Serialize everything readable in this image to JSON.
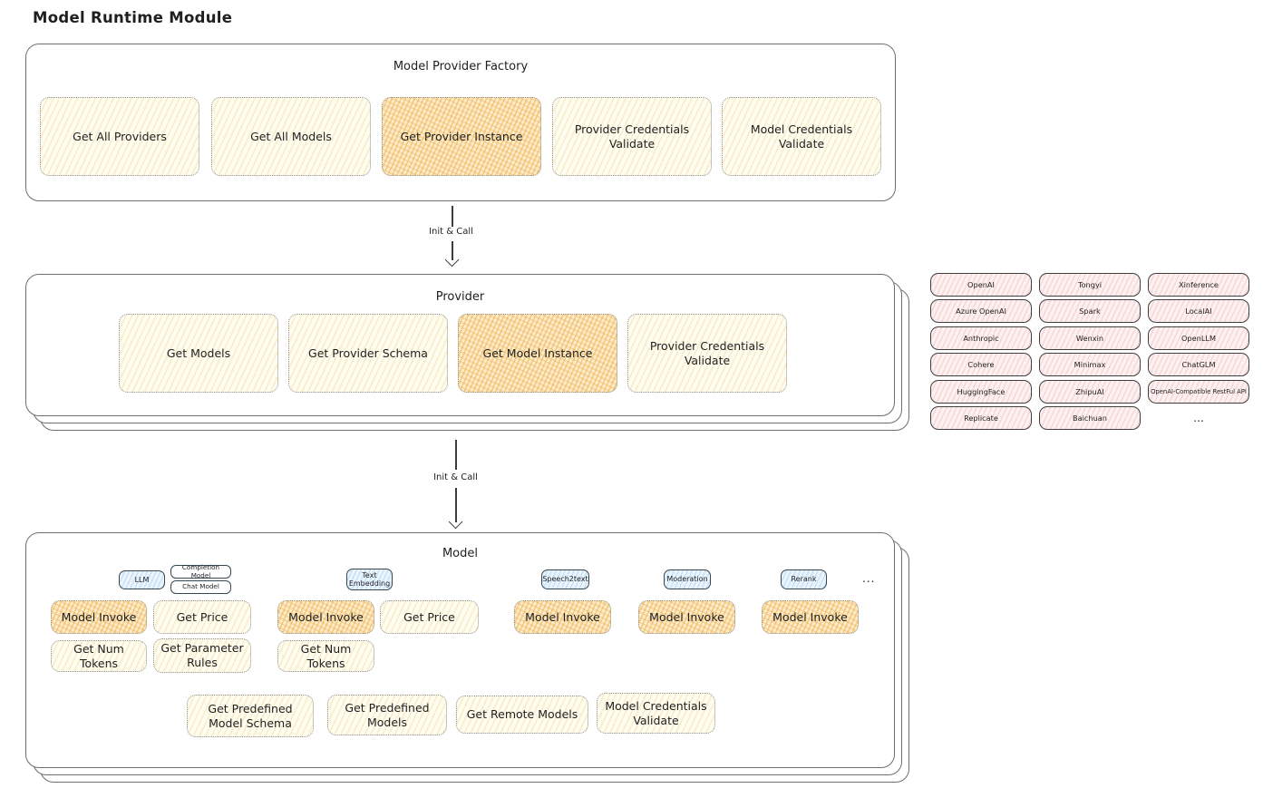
{
  "page_title": "Model Runtime Module",
  "palette": {
    "accent_yellow": "#f0a63c",
    "light_yellow": "#fffcf0",
    "pink": "#fdf0f0",
    "blue": "#eaf4fd",
    "stroke_dark": "#3f3f3f",
    "stroke_gray": "#6e6e6e"
  },
  "factory": {
    "title": "Model Provider Factory",
    "boxes": [
      {
        "label": "Get All Providers",
        "variant": "light"
      },
      {
        "label": "Get All Models",
        "variant": "light"
      },
      {
        "label": "Get Provider Instance",
        "variant": "accent"
      },
      {
        "label": "Provider Credentials Validate",
        "variant": "light"
      },
      {
        "label": "Model Credentials Validate",
        "variant": "light"
      }
    ]
  },
  "arrows": {
    "label1": "Init & Call",
    "label2": "Init & Call"
  },
  "provider": {
    "title": "Provider",
    "boxes": [
      {
        "label": "Get Models",
        "variant": "light"
      },
      {
        "label": "Get Provider Schema",
        "variant": "light"
      },
      {
        "label": "Get Model Instance",
        "variant": "accent"
      },
      {
        "label": "Provider Credentials Validate",
        "variant": "light"
      }
    ]
  },
  "provider_list": {
    "items": [
      "OpenAI",
      "Tongyi",
      "Xinference",
      "Azure OpenAI",
      "Spark",
      "LocalAI",
      "Anthropic",
      "Wenxin",
      "OpenLLM",
      "Cohere",
      "Minimax",
      "ChatGLM",
      "HuggingFace",
      "ZhipuAI",
      "OpenAI-Compatible RestFul API",
      "Replicate",
      "Baichuan"
    ],
    "more": "..."
  },
  "model": {
    "title": "Model",
    "tabs": [
      {
        "label": "LLM",
        "type": "blue"
      },
      {
        "label": "Completion Model",
        "type": "white"
      },
      {
        "label": "Chat Model",
        "type": "white"
      },
      {
        "label": "Text Embedding",
        "type": "blue"
      },
      {
        "label": "Speech2text",
        "type": "blue"
      },
      {
        "label": "Moderation",
        "type": "blue"
      },
      {
        "label": "Rerank",
        "type": "blue"
      }
    ],
    "more": "...",
    "functions": [
      {
        "label": "Model Invoke",
        "variant": "accent"
      },
      {
        "label": "Get Price",
        "variant": "light"
      },
      {
        "label": "Get Num Tokens",
        "variant": "light"
      },
      {
        "label": "Get Parameter Rules",
        "variant": "light"
      },
      {
        "label": "Model Invoke",
        "variant": "accent"
      },
      {
        "label": "Get Price",
        "variant": "light"
      },
      {
        "label": "Get Num Tokens",
        "variant": "light"
      },
      {
        "label": "Model Invoke",
        "variant": "accent"
      },
      {
        "label": "Model Invoke",
        "variant": "accent"
      },
      {
        "label": "Model Invoke",
        "variant": "accent"
      }
    ],
    "bottom": [
      "Get Predefined Model Schema",
      "Get Predefined Models",
      "Get Remote Models",
      "Model Credentials Validate"
    ]
  }
}
